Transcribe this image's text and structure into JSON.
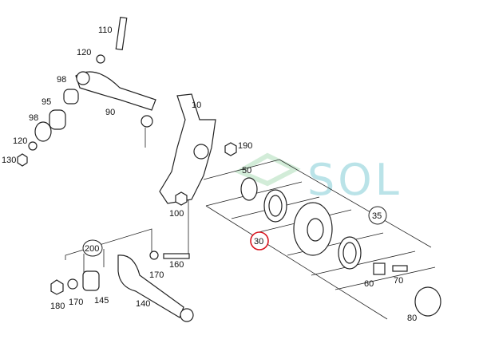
{
  "diagram": {
    "watermark": "SOL",
    "highlight_color": "#d9141e",
    "labels": {
      "p110": "110",
      "p120a": "120",
      "p98a": "98",
      "p95": "95",
      "p98b": "98",
      "p120b": "120",
      "p130": "130",
      "p90": "90",
      "p10": "10",
      "p190": "190",
      "p100": "100",
      "p50": "50",
      "p30": "30",
      "p35": "35",
      "p200": "200",
      "p160": "160",
      "p170a": "170",
      "p180": "180",
      "p170b": "170",
      "p145": "145",
      "p140": "140",
      "p60": "60",
      "p70": "70",
      "p80": "80"
    }
  }
}
